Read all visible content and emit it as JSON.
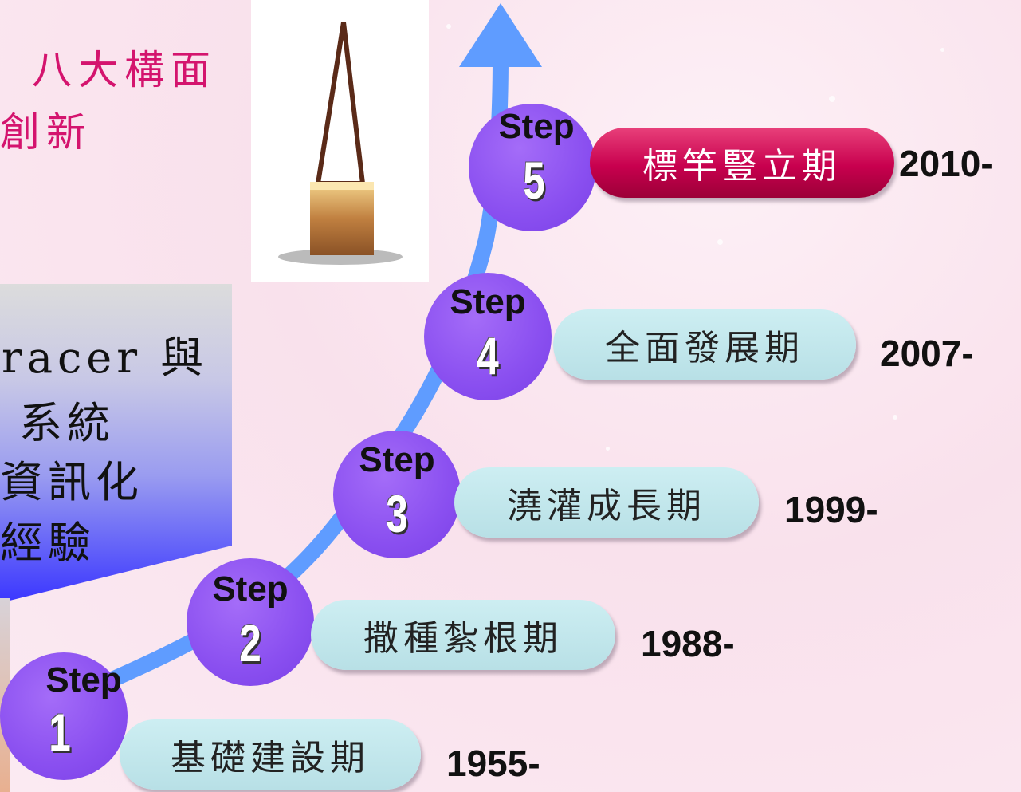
{
  "header": {
    "line1": "八大構面",
    "line2": "創新"
  },
  "left_panel": {
    "lines": [
      "racer 與",
      "系統",
      "資訊化",
      "經驗"
    ]
  },
  "steps": [
    {
      "word": "Step",
      "number": "1",
      "label": "基礎建設期",
      "year": "1955-",
      "active": false
    },
    {
      "word": "Step",
      "number": "2",
      "label": "撒種紮根期",
      "year": "1988-",
      "active": false
    },
    {
      "word": "Step",
      "number": "3",
      "label": "澆灌成長期",
      "year": "1999-",
      "active": false
    },
    {
      "word": "Step",
      "number": "4",
      "label": "全面發展期",
      "year": "2007-",
      "active": false
    },
    {
      "word": "Step",
      "number": "5",
      "label": "標竿豎立期",
      "year": "2010-",
      "active": true
    }
  ],
  "colors": {
    "accent": "#d4146e",
    "circle": "#8a4ff0",
    "pill": "#c2e6ec",
    "active_pill": "#c8004e",
    "arrow": "#5f9cff"
  }
}
